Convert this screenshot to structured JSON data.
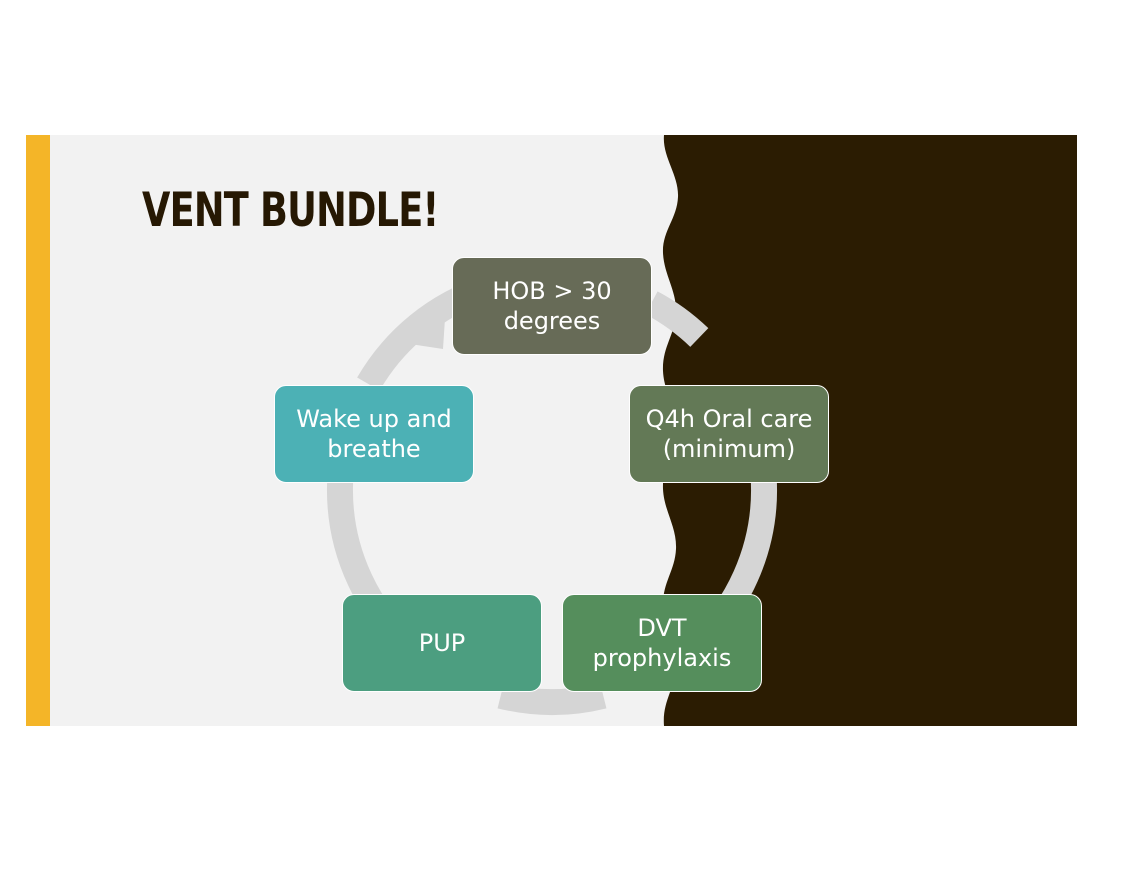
{
  "slide": {
    "title": "VENT BUNDLE!",
    "colors": {
      "accent": "#f4b528",
      "background": "#f2f2f2",
      "dark_panel": "#2b1c02",
      "title": "#261803",
      "cycle_arrow": "#d5d5d5"
    }
  },
  "cycle": {
    "nodes": [
      {
        "lines": [
          "HOB > 30",
          "degrees"
        ],
        "color": "#676b57"
      },
      {
        "lines": [
          "Q4h Oral care",
          "(minimum)"
        ],
        "color": "#637956"
      },
      {
        "lines": [
          "DVT",
          "prophylaxis"
        ],
        "color": "#558e5c"
      },
      {
        "lines": [
          "PUP"
        ],
        "color": "#4c9e80"
      },
      {
        "lines": [
          "Wake up and",
          "breathe"
        ],
        "color": "#4cb1b5"
      }
    ]
  }
}
